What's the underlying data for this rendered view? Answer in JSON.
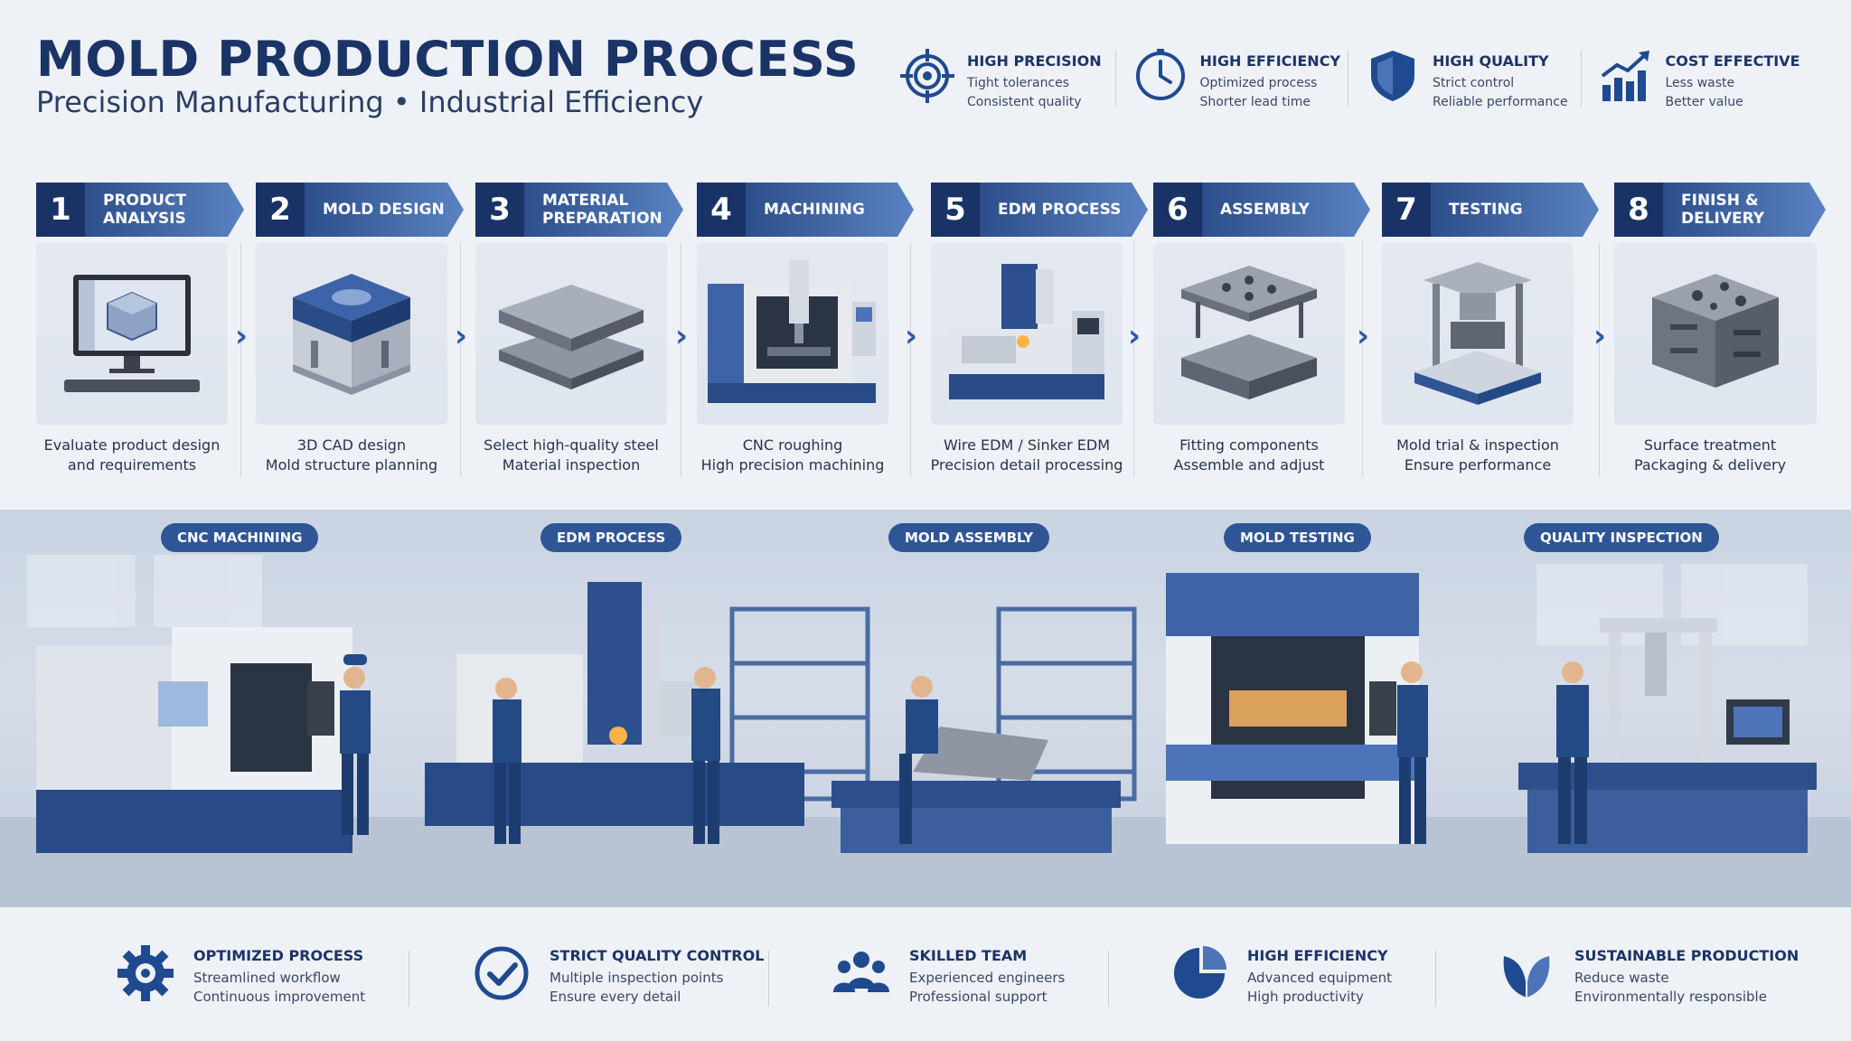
{
  "header": {
    "title": "MOLD PRODUCTION PROCESS",
    "subtitle": "Precision Manufacturing • Industrial Efficiency"
  },
  "features": [
    {
      "icon": "target-icon",
      "heading": "HIGH PRECISION",
      "line1": "Tight tolerances",
      "line2": "Consistent quality"
    },
    {
      "icon": "clock-icon",
      "heading": "HIGH EFFICIENCY",
      "line1": "Optimized process",
      "line2": "Shorter lead time"
    },
    {
      "icon": "shield-icon",
      "heading": "HIGH QUALITY",
      "line1": "Strict control",
      "line2": "Reliable performance"
    },
    {
      "icon": "growth-chart-icon",
      "heading": "COST EFFECTIVE",
      "line1": "Less waste",
      "line2": "Better value"
    }
  ],
  "steps": [
    {
      "num": "1",
      "title": "PRODUCT\nANALYSIS",
      "icon": "computer-cad-icon",
      "line1": "Evaluate product design",
      "line2": "and requirements"
    },
    {
      "num": "2",
      "title": "MOLD DESIGN",
      "icon": "mold-model-icon",
      "line1": "3D CAD design",
      "line2": "Mold structure planning"
    },
    {
      "num": "3",
      "title": "MATERIAL\nPREPARATION",
      "icon": "steel-plates-icon",
      "line1": "Select high-quality steel",
      "line2": "Material inspection"
    },
    {
      "num": "4",
      "title": "MACHINING",
      "icon": "cnc-machine-icon",
      "line1": "CNC roughing",
      "line2": "High precision machining"
    },
    {
      "num": "5",
      "title": "EDM PROCESS",
      "icon": "edm-machine-icon",
      "line1": "Wire EDM / Sinker EDM",
      "line2": "Precision detail processing"
    },
    {
      "num": "6",
      "title": "ASSEMBLY",
      "icon": "mold-assembly-icon",
      "line1": "Fitting components",
      "line2": "Assemble and adjust"
    },
    {
      "num": "7",
      "title": "TESTING",
      "icon": "mold-press-icon",
      "line1": "Mold trial & inspection",
      "line2": "Ensure performance"
    },
    {
      "num": "8",
      "title": "FINISH &\nDELIVERY",
      "icon": "finished-mold-icon",
      "line1": "Surface treatment",
      "line2": "Packaging & delivery"
    }
  ],
  "factory_labels": [
    "CNC MACHINING",
    "EDM PROCESS",
    "MOLD ASSEMBLY",
    "MOLD TESTING",
    "QUALITY INSPECTION"
  ],
  "benefits": [
    {
      "icon": "gear-icon",
      "heading": "OPTIMIZED PROCESS",
      "line1": "Streamlined workflow",
      "line2": "Continuous improvement"
    },
    {
      "icon": "check-circle-icon",
      "heading": "STRICT QUALITY CONTROL",
      "line1": "Multiple inspection points",
      "line2": "Ensure every detail"
    },
    {
      "icon": "team-icon",
      "heading": "SKILLED TEAM",
      "line1": "Experienced engineers",
      "line2": "Professional support"
    },
    {
      "icon": "pie-chart-icon",
      "heading": "HIGH EFFICIENCY",
      "line1": "Advanced equipment",
      "line2": "High productivity"
    },
    {
      "icon": "leaf-icon",
      "heading": "SUSTAINABLE PRODUCTION",
      "line1": "Reduce waste",
      "line2": "Environmentally responsible"
    }
  ],
  "colors": {
    "navy": "#1b3467",
    "accent": "#2e5aa5",
    "pill": "#2e5596"
  }
}
